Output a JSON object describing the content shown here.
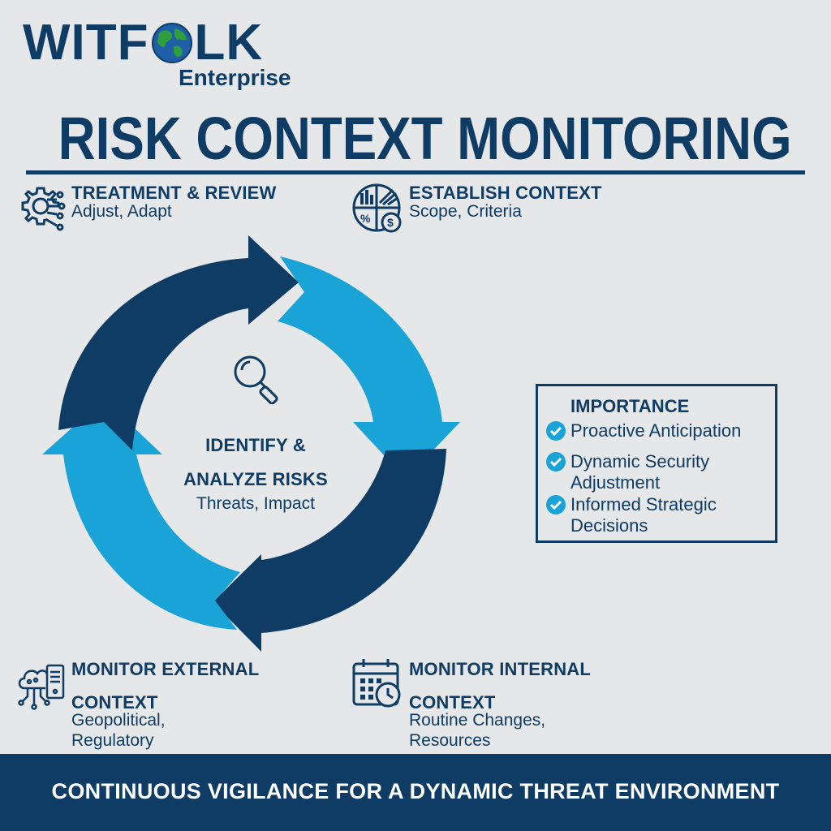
{
  "brand": {
    "logo_left": "WITF",
    "logo_right": "LK",
    "sub": "Enterprise"
  },
  "title": "RISK CONTEXT MONITORING",
  "steps": {
    "treatment": {
      "title": "TREATMENT & REVIEW",
      "sub": "Adjust, Adapt",
      "icon": "gear-network-icon"
    },
    "establish": {
      "title": "ESTABLISH CONTEXT",
      "sub": "Scope, Criteria",
      "icon": "pie-chart-icon"
    },
    "external": {
      "title1": "MONITOR EXTERNAL",
      "title2": "CONTEXT",
      "sub1": "Geopolitical,",
      "sub2": "Regulatory",
      "icon": "cloud-server-icon"
    },
    "internal": {
      "title1": "MONITOR INTERNAL",
      "title2": "CONTEXT",
      "sub1": "Routine Changes,",
      "sub2": "Resources",
      "icon": "calendar-clock-icon"
    }
  },
  "center": {
    "line1": "IDENTIFY &",
    "line2": "ANALYZE RISKS",
    "sub": "Threats, Impact",
    "icon": "magnifier-icon"
  },
  "importance": {
    "title": "IMPORTANCE",
    "items": [
      {
        "line1": "Proactive Anticipation",
        "line2": ""
      },
      {
        "line1": "Dynamic Security",
        "line2": "Adjustment"
      },
      {
        "line1": "Informed Strategic",
        "line2": "Decisions"
      }
    ]
  },
  "footer": "CONTINUOUS VIGILANCE FOR A DYNAMIC THREAT ENVIRONMENT",
  "colors": {
    "navy": "#0e3c64",
    "light_blue": "#1aa3d6",
    "background": "#e6e7e8"
  }
}
